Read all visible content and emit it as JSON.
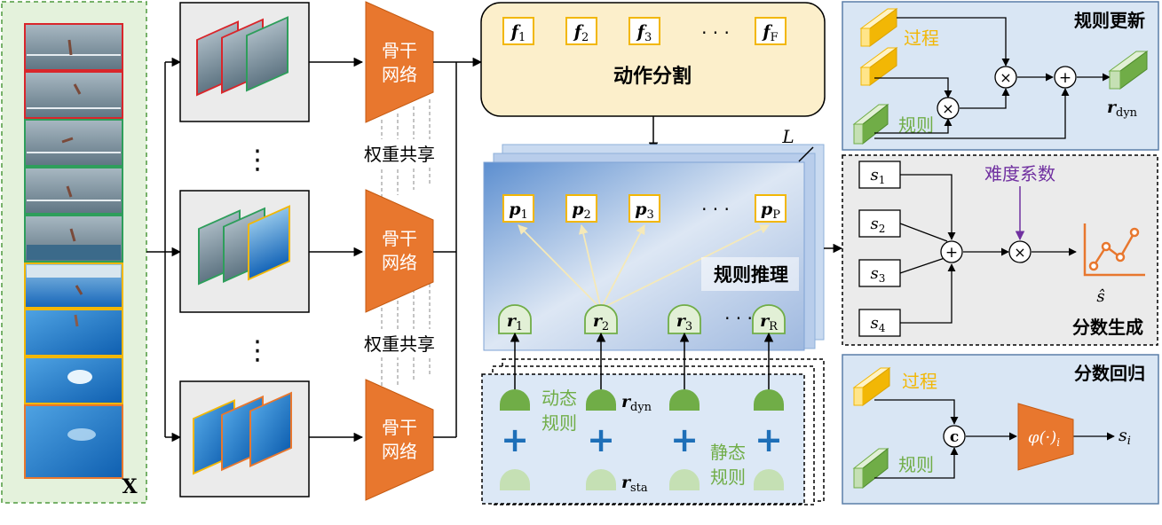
{
  "input_label": "X",
  "ellipsis": "⋮",
  "backbone": {
    "title_line1": "骨干",
    "title_line2": "网络",
    "weight_share": "权重共享"
  },
  "action_seg": {
    "title": "动作分割",
    "features": [
      {
        "base": "f",
        "sub": "1"
      },
      {
        "base": "f",
        "sub": "2"
      },
      {
        "base": "f",
        "sub": "3"
      },
      {
        "base": "f",
        "sub": "F"
      }
    ],
    "dots": "· · ·"
  },
  "rule_reasoning": {
    "title": "规则推理",
    "stack_label": "L",
    "procedures": [
      {
        "base": "p",
        "sub": "1"
      },
      {
        "base": "p",
        "sub": "2"
      },
      {
        "base": "p",
        "sub": "3"
      },
      {
        "base": "p",
        "sub": "P"
      }
    ],
    "rules": [
      {
        "base": "r",
        "sub": "1"
      },
      {
        "base": "r",
        "sub": "2"
      },
      {
        "base": "r",
        "sub": "3"
      },
      {
        "base": "r",
        "sub": "R"
      }
    ],
    "dots": "· · ·"
  },
  "rule_sources": {
    "dynamic_line1": "动态",
    "dynamic_line2": "规则",
    "static_line1": "静态",
    "static_line2": "规则",
    "r_dyn": {
      "base": "r",
      "sub": "dyn"
    },
    "r_sta": {
      "base": "r",
      "sub": "sta"
    },
    "plus": "+"
  },
  "rule_update": {
    "title": "规则更新",
    "process_label": "过程",
    "rule_label": "规则",
    "output": {
      "base": "r",
      "sub": "dyn"
    },
    "times": "×",
    "plus": "+"
  },
  "score_gen": {
    "title": "分数生成",
    "difficulty": "难度系数",
    "scores": [
      {
        "base": "s",
        "sub": "1"
      },
      {
        "base": "s",
        "sub": "2"
      },
      {
        "base": "s",
        "sub": "3"
      },
      {
        "base": "s",
        "sub": "4"
      }
    ],
    "output": "ŝ",
    "times": "×",
    "plus": "+"
  },
  "score_reg": {
    "title": "分数回归",
    "process_label": "过程",
    "rule_label": "规则",
    "concat": "c",
    "regressor": "φ(·)",
    "regressor_sub": "i",
    "output": {
      "base": "s",
      "sub": "i"
    }
  },
  "colors": {
    "orange": "#E8772E",
    "frame_red": "#D9262B",
    "frame_green": "#2E9E5B",
    "frame_yellow": "#F2B705",
    "pool_blue": "#1E7FD0",
    "input_bg": "#E4F2DC",
    "panel_blue": "#D9E6F4",
    "panel_gray": "#EBEBEB",
    "action_bg": "#FCEFCB",
    "rule_green": "#70AD47",
    "rule_light": "#C5E0B4",
    "purple": "#7030A0"
  }
}
